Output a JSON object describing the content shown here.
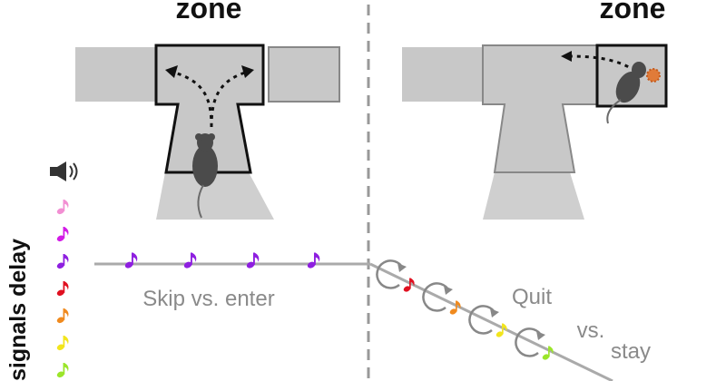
{
  "left_panel": {
    "title": "zone"
  },
  "right_panel": {
    "title": "zone"
  },
  "labels": {
    "skip_vs_enter": "Skip vs. enter",
    "quit": "Quit",
    "vs": "vs.",
    "stay": "stay",
    "side_label": "signals delay"
  },
  "icons": {
    "speaker": "speaker-icon",
    "note": "music-note-icon",
    "mouse": "mouse-icon",
    "reward": "reward-pellet-icon",
    "countdown": "circular-arrow-icon"
  },
  "colors": {
    "floor": "#cfcfcf",
    "arena": "#c8c8c8",
    "zone_outline": "#111111",
    "arena_outline": "#888888",
    "mouse": "#4b4b4b",
    "pellet": "#e07b39",
    "line": "#aaaaaa",
    "text_gray": "#8a8a8a"
  },
  "tone_scale": [
    "#f28fd3",
    "#d21be6",
    "#8e1fe0",
    "#e01020",
    "#f08a1e",
    "#f2e51c",
    "#9be52a"
  ],
  "skip_line_notes": [
    "#8e1fe0",
    "#8e1fe0",
    "#8e1fe0",
    "#8e1fe0"
  ],
  "countdown_notes": [
    "#e01020",
    "#f08a1e",
    "#f2e51c",
    "#9be52a"
  ]
}
